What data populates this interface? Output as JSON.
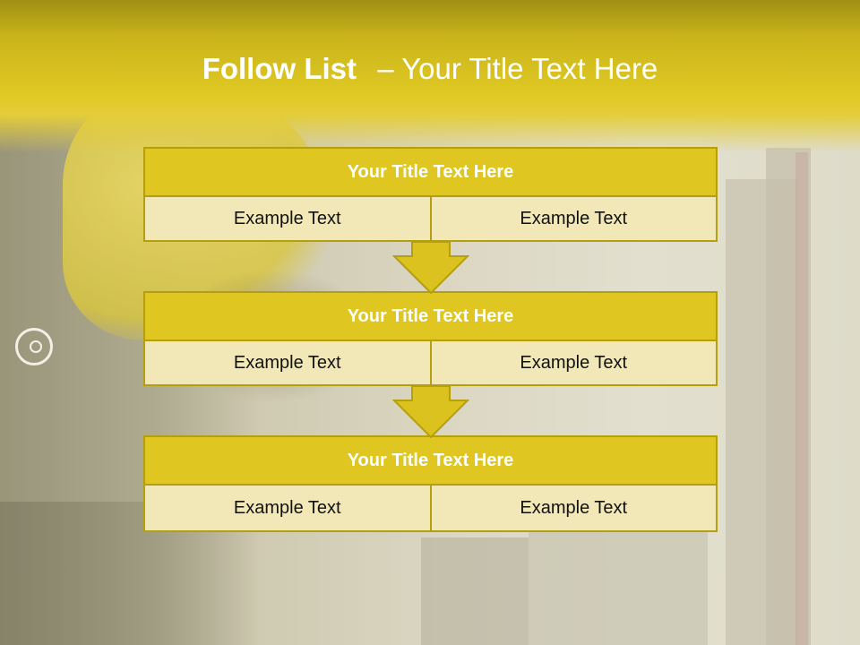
{
  "title": {
    "bold": "Follow List",
    "rest": "– Your Title Text Here"
  },
  "blocks": [
    {
      "heading": "Your Title Text Here",
      "cells": [
        "Example Text",
        "Example Text"
      ]
    },
    {
      "heading": "Your Title Text Here",
      "cells": [
        "Example Text",
        "Example Text"
      ]
    },
    {
      "heading": "Your Title Text Here",
      "cells": [
        "Example Text",
        "Example Text"
      ]
    }
  ],
  "colors": {
    "header_fill": "#e0c621",
    "border": "#b59e0f",
    "cell_fill": "#f2e8b7"
  },
  "icons": [
    "arrow-down-icon",
    "watch-icon"
  ]
}
